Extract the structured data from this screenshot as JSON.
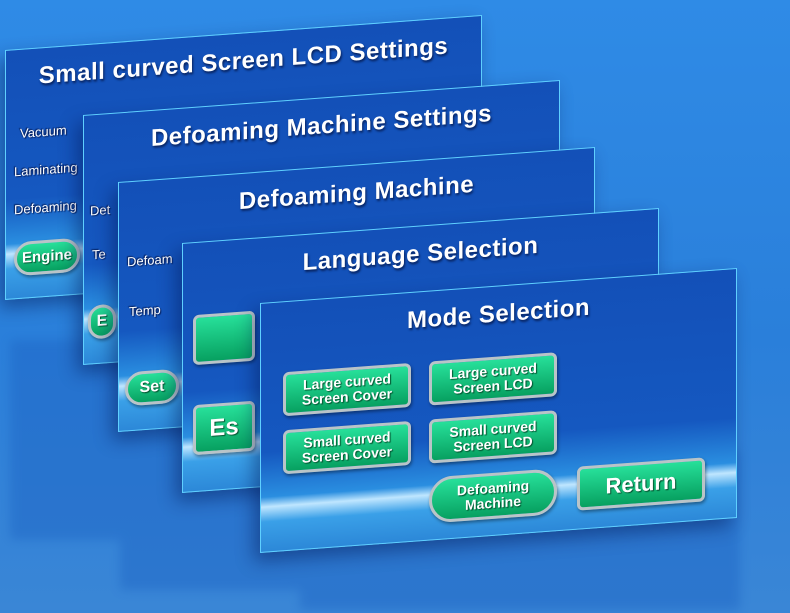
{
  "panels": [
    {
      "title": "Small curved Screen LCD Settings",
      "labels": [
        "Vacuum",
        "Laminating",
        "Defoaming"
      ],
      "button": "Engine"
    },
    {
      "title": "Defoaming Machine Settings",
      "labels": [
        "Det",
        "Te"
      ],
      "button": "E"
    },
    {
      "title": "Defoaming Machine",
      "labels": [
        "Defoam",
        "Temp"
      ],
      "button": "Set"
    },
    {
      "title": "Language Selection",
      "button": "Es"
    },
    {
      "title": "Mode Selection",
      "buttons": {
        "large_cover": "Large curved Screen Cover",
        "large_lcd": "Large curved Screen LCD",
        "small_cover": "Small curved Screen Cover",
        "small_lcd": "Small curved Screen LCD",
        "defoaming": "Defoaming Machine",
        "return": "Return"
      }
    }
  ],
  "colors": {
    "button_green": "#0fbf78",
    "panel_blue": "#1350b8",
    "background": "#2f8be6"
  }
}
